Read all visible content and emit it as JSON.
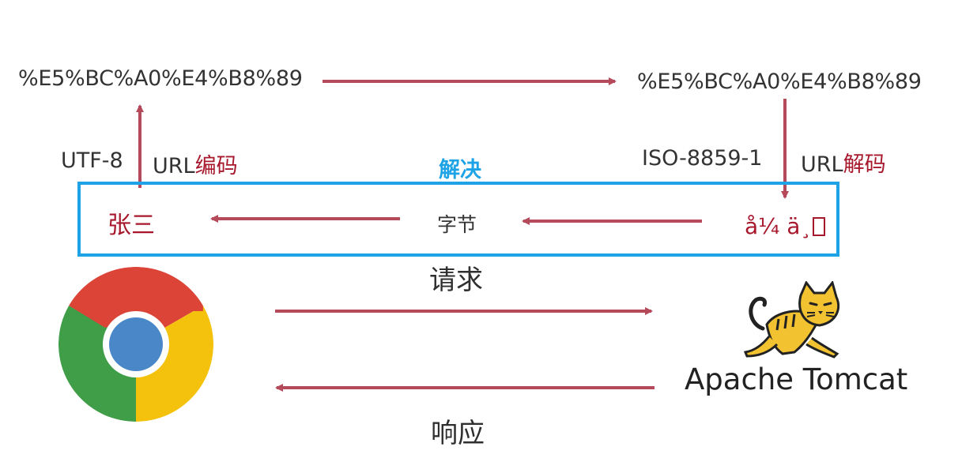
{
  "top_left_code": "%E5%BC%A0%E4%B8%89",
  "top_right_code": "%E5%BC%A0%E4%B8%89",
  "left_charset": "UTF-8",
  "left_op_prefix": "URL",
  "left_op_suffix": "编码",
  "right_charset": "ISO-8859-1",
  "right_op_prefix": "URL",
  "right_op_suffix": "解码",
  "solve_label": "解决",
  "name_text": "张三",
  "bytes_label": "字节",
  "garbled_text": "å¼ ä¸",
  "request_label": "请求",
  "response_label": "响应",
  "server_label": "Apache Tomcat",
  "browser_icon": "chrome-browser-icon",
  "server_icon": "tomcat-cat-icon",
  "colors": {
    "arrow": "#b44a5a",
    "accent_red": "#a8182c",
    "highlight_blue": "#1ea3e6",
    "chrome_red": "#db4437",
    "chrome_green": "#3f9e47",
    "chrome_yellow": "#f4c20d",
    "chrome_blue": "#4a87c8"
  }
}
